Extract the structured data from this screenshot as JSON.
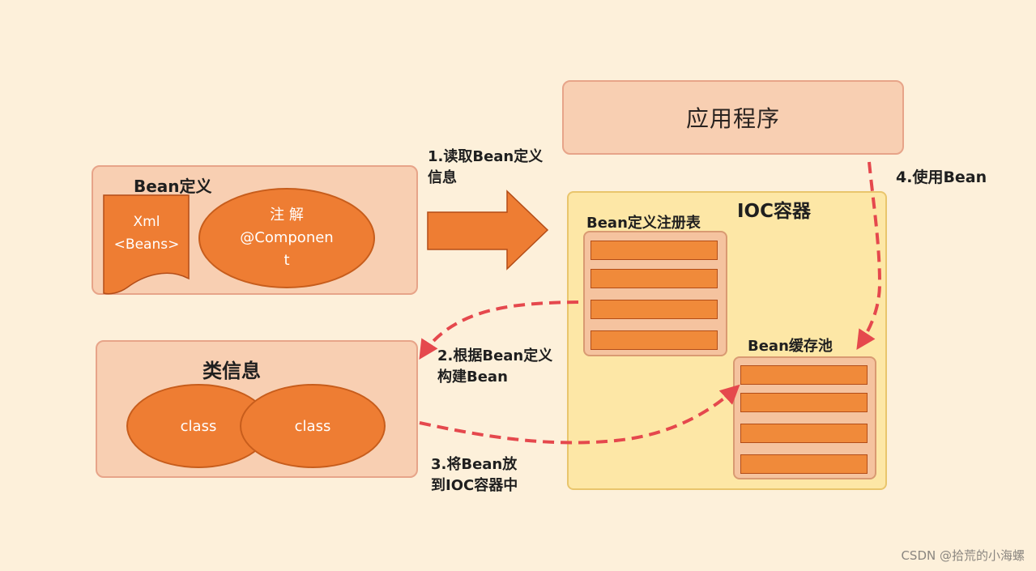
{
  "app": {
    "label": "应用程序"
  },
  "bean_def": {
    "title": "Bean定义",
    "xml_line1": "Xml",
    "xml_line2": "<Beans>",
    "annot_line1": "注 解",
    "annot_line2": "@Componen",
    "annot_line3": "t"
  },
  "class_info": {
    "title": "类信息",
    "class1": "class",
    "class2": "class"
  },
  "ioc": {
    "title": "IOC容器",
    "registry_title": "Bean定义注册表",
    "pool_title": "Bean缓存池"
  },
  "steps": {
    "s1_line1": "1.读取Bean定义",
    "s1_line2": "信息",
    "s2_line1": "2.根据Bean定义",
    "s2_line2": "构建Bean",
    "s3_line1": "3.将Bean放",
    "s3_line2": "到IOC容器中",
    "s4": "4.使用Bean"
  },
  "watermark": "CSDN @拾荒的小海螺",
  "colors": {
    "background": "#fdf0da",
    "orange": "#ee7d33",
    "pink_box": "#f8cfb2",
    "ioc_yellow": "#fde7a6",
    "dashed_arrow": "#e5484d"
  }
}
